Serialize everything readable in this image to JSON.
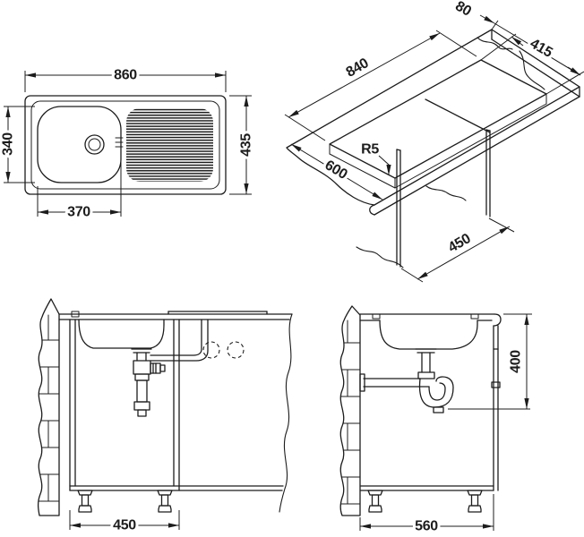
{
  "colors": {
    "line": "#1c1c1c",
    "background": "#ffffff"
  },
  "views": {
    "plan": {
      "overall_width": "860",
      "overall_depth": "435",
      "bowl_depth": "340",
      "bowl_width": "370"
    },
    "iso": {
      "edge_offset": "80",
      "cutout_depth": "415",
      "cutout_length": "840",
      "worktop_depth": "600",
      "corner_radius": "R5",
      "support_spacing": "450"
    },
    "front": {
      "cabinet_width": "450"
    },
    "side": {
      "trap_height": "400",
      "cabinet_depth": "560"
    }
  }
}
